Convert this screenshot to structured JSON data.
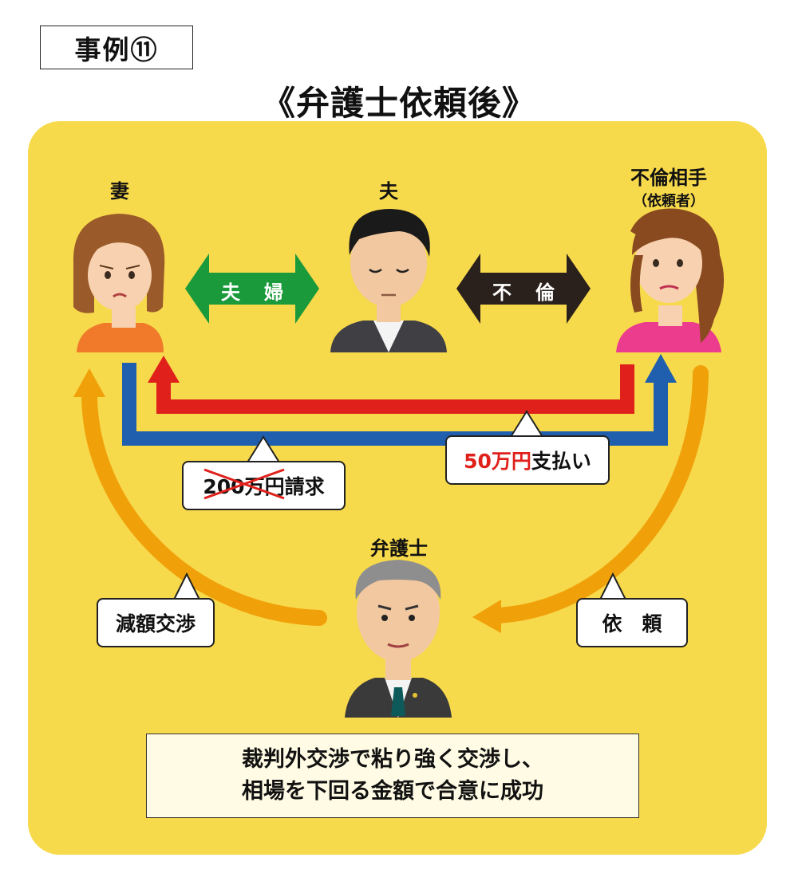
{
  "case_label": "事例⑪",
  "title": "《弁護士依頼後》",
  "people": {
    "wife": "妻",
    "husband": "夫",
    "affair_partner": "不倫相手",
    "affair_partner_note": "（依頼者）",
    "lawyer": "弁護士"
  },
  "relations": {
    "couple": "夫婦",
    "affair": "不倫"
  },
  "callouts": {
    "claim_amount": "200万円",
    "claim_suffix": "請求",
    "paid_amount": "50万円",
    "paid_suffix": "支払い",
    "reduction": "減額交渉",
    "request": "依　頼"
  },
  "summary": {
    "line1": "裁判外交渉で粘り強く交渉し、",
    "line2": "相場を下回る金額で合意に成功"
  },
  "colors": {
    "panel": "#f7d94c",
    "red_arrow": "#e0201b",
    "blue_arrow": "#1f5fae",
    "orange_arrow": "#f0a10a",
    "green_arrow": "#1a9a3a",
    "dark_arrow": "#2b211c"
  }
}
